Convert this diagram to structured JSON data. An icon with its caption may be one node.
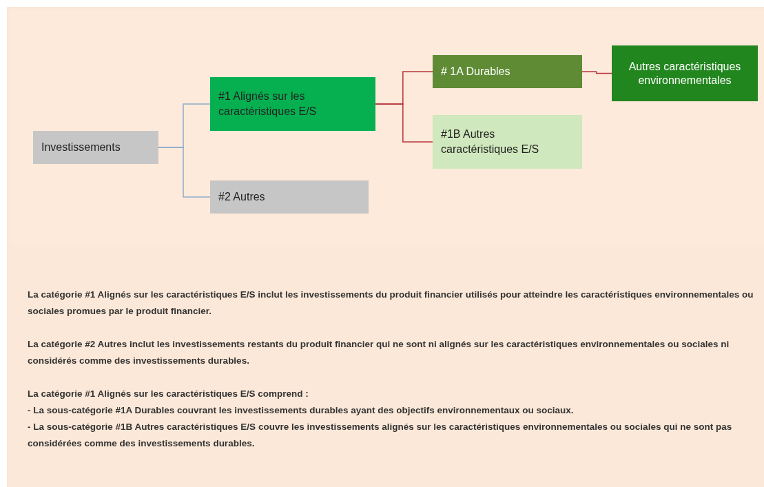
{
  "diagram": {
    "nodes": [
      {
        "text": [
          "Investissements"
        ]
      },
      {
        "text": [
          "#1 Alignés sur les caractéristiques E/S"
        ]
      },
      {
        "text": [
          "#2 Autres"
        ]
      },
      {
        "text": [
          "# 1A Durables"
        ]
      },
      {
        "text": [
          "#1B Autres caractéristiques E/S"
        ]
      },
      {
        "text": [
          "Autres caractéristiques environnementales"
        ]
      }
    ],
    "edges": [
      {
        "from": 0,
        "to": 1,
        "arrow": "none",
        "color": "#8eaacb"
      },
      {
        "from": 0,
        "to": 2,
        "arrow": "none",
        "color": "#8eaacb"
      },
      {
        "from": 1,
        "to": 3,
        "arrow": "none"
      },
      {
        "from": 1,
        "to": 4,
        "arrow": "none"
      },
      {
        "from": 3,
        "to": 5,
        "arrow": "none"
      }
    ],
    "labels": [
      "La catégorie #1 Alignés sur les caractéristiques E/S inclut les investissements du produit financier utilisés pour atteindre les caractéristiques environnementales ou sociales promues par le produit financier.",
      "La catégorie #2 Autres inclut les investissements restants du produit financier qui ne sont ni alignés sur les caractéristiques environnementales ou sociales ni considérés comme des investissements durables.",
      "La catégorie #1 Alignés sur les caractéristiques E/S comprend :",
      "- La sous-catégorie #1A Durables couvrant les investissements durables ayant des objectifs environnementaux ou sociaux.",
      "- La sous-catégorie #1B Autres caractéristiques E/S couvre les investissements alignés sur les caractéristiques environnementales ou sociales qui ne sont pas considérées comme des investissements durables."
    ]
  }
}
